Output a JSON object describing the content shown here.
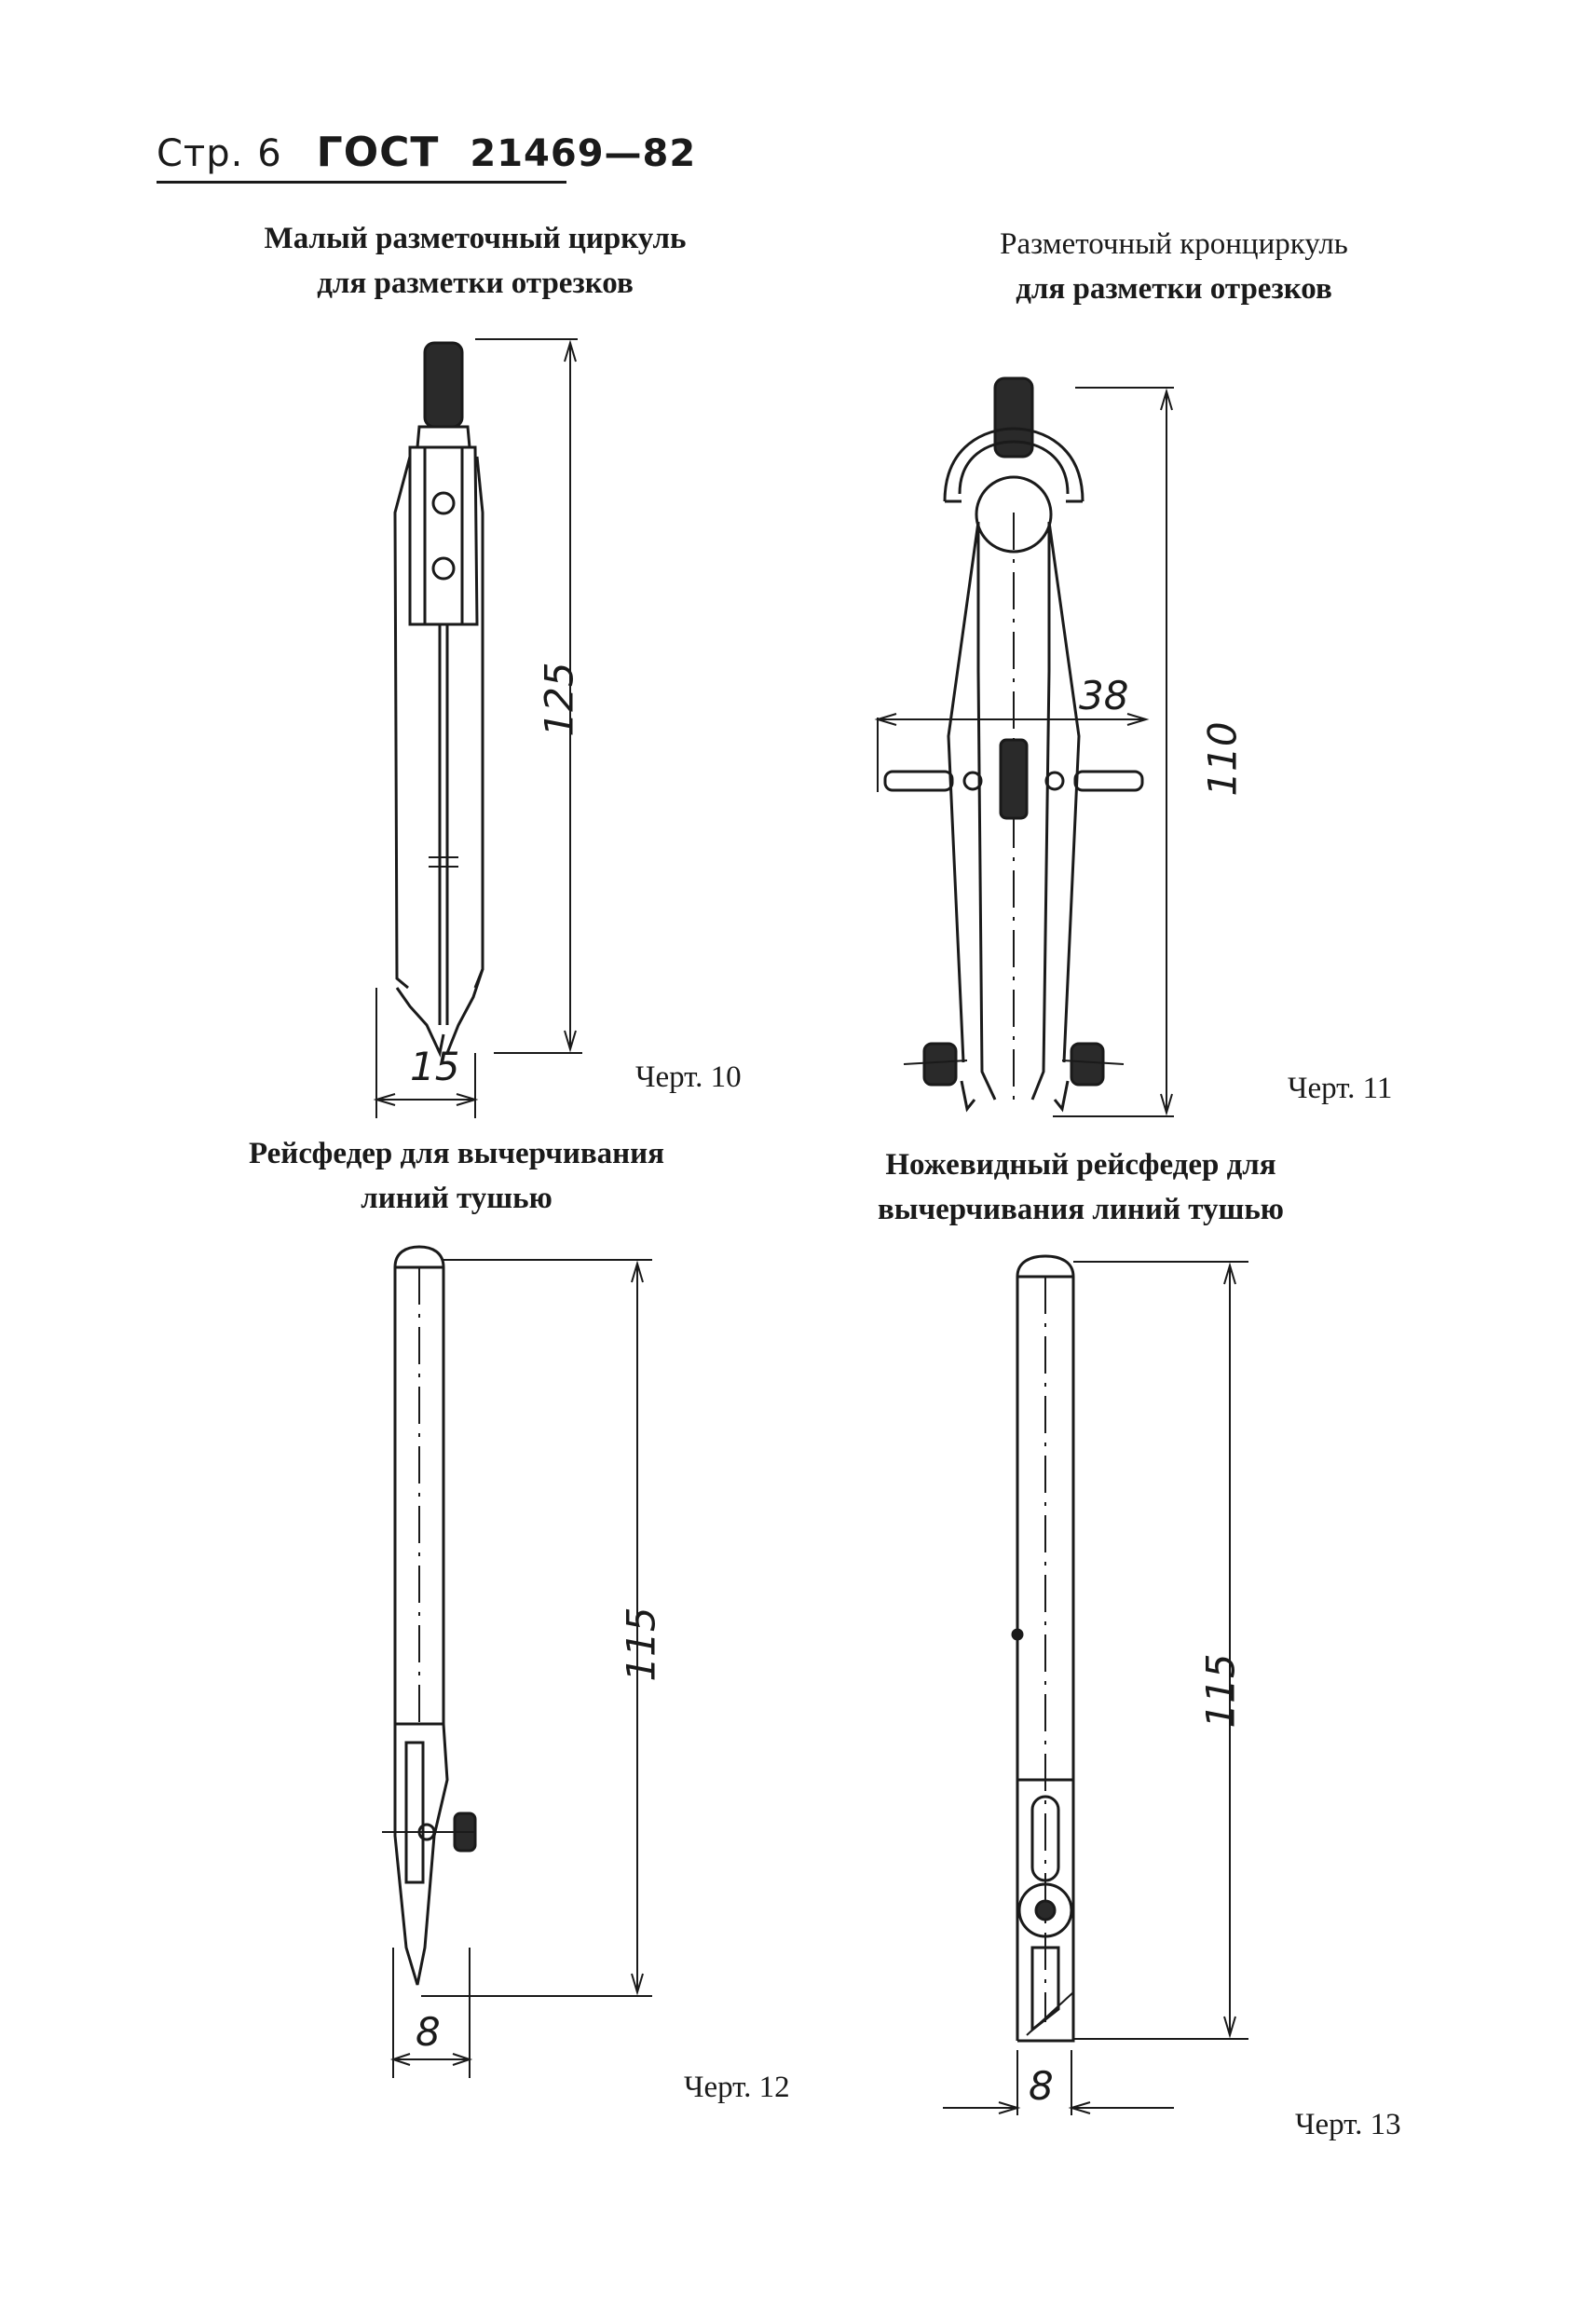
{
  "header": {
    "page_label": "Стр.",
    "page_number": "6",
    "standard": "ГОСТ",
    "standard_number": "21469—82"
  },
  "figures": [
    {
      "title_line1": "Малый разметочный циркуль",
      "title_line2": "для разметки отрезков",
      "caption": "Черт. 10",
      "dims": {
        "height": "125",
        "width": "15"
      }
    },
    {
      "title_line1": "Разметочный кронциркуль",
      "title_line2": "для разметки отрезков",
      "caption": "Черт. 11",
      "dims": {
        "height": "110",
        "width": "38"
      }
    },
    {
      "title_line1": "Рейсфедер для вычерчивания",
      "title_line2": "линий тушью",
      "caption": "Черт. 12",
      "dims": {
        "height": "115",
        "width": "8"
      }
    },
    {
      "title_line1": "Ножевидный рейсфедер для",
      "title_line2": "вычерчивания линий тушью",
      "caption": "Черт. 13",
      "dims": {
        "height": "115",
        "width": "8"
      }
    }
  ]
}
